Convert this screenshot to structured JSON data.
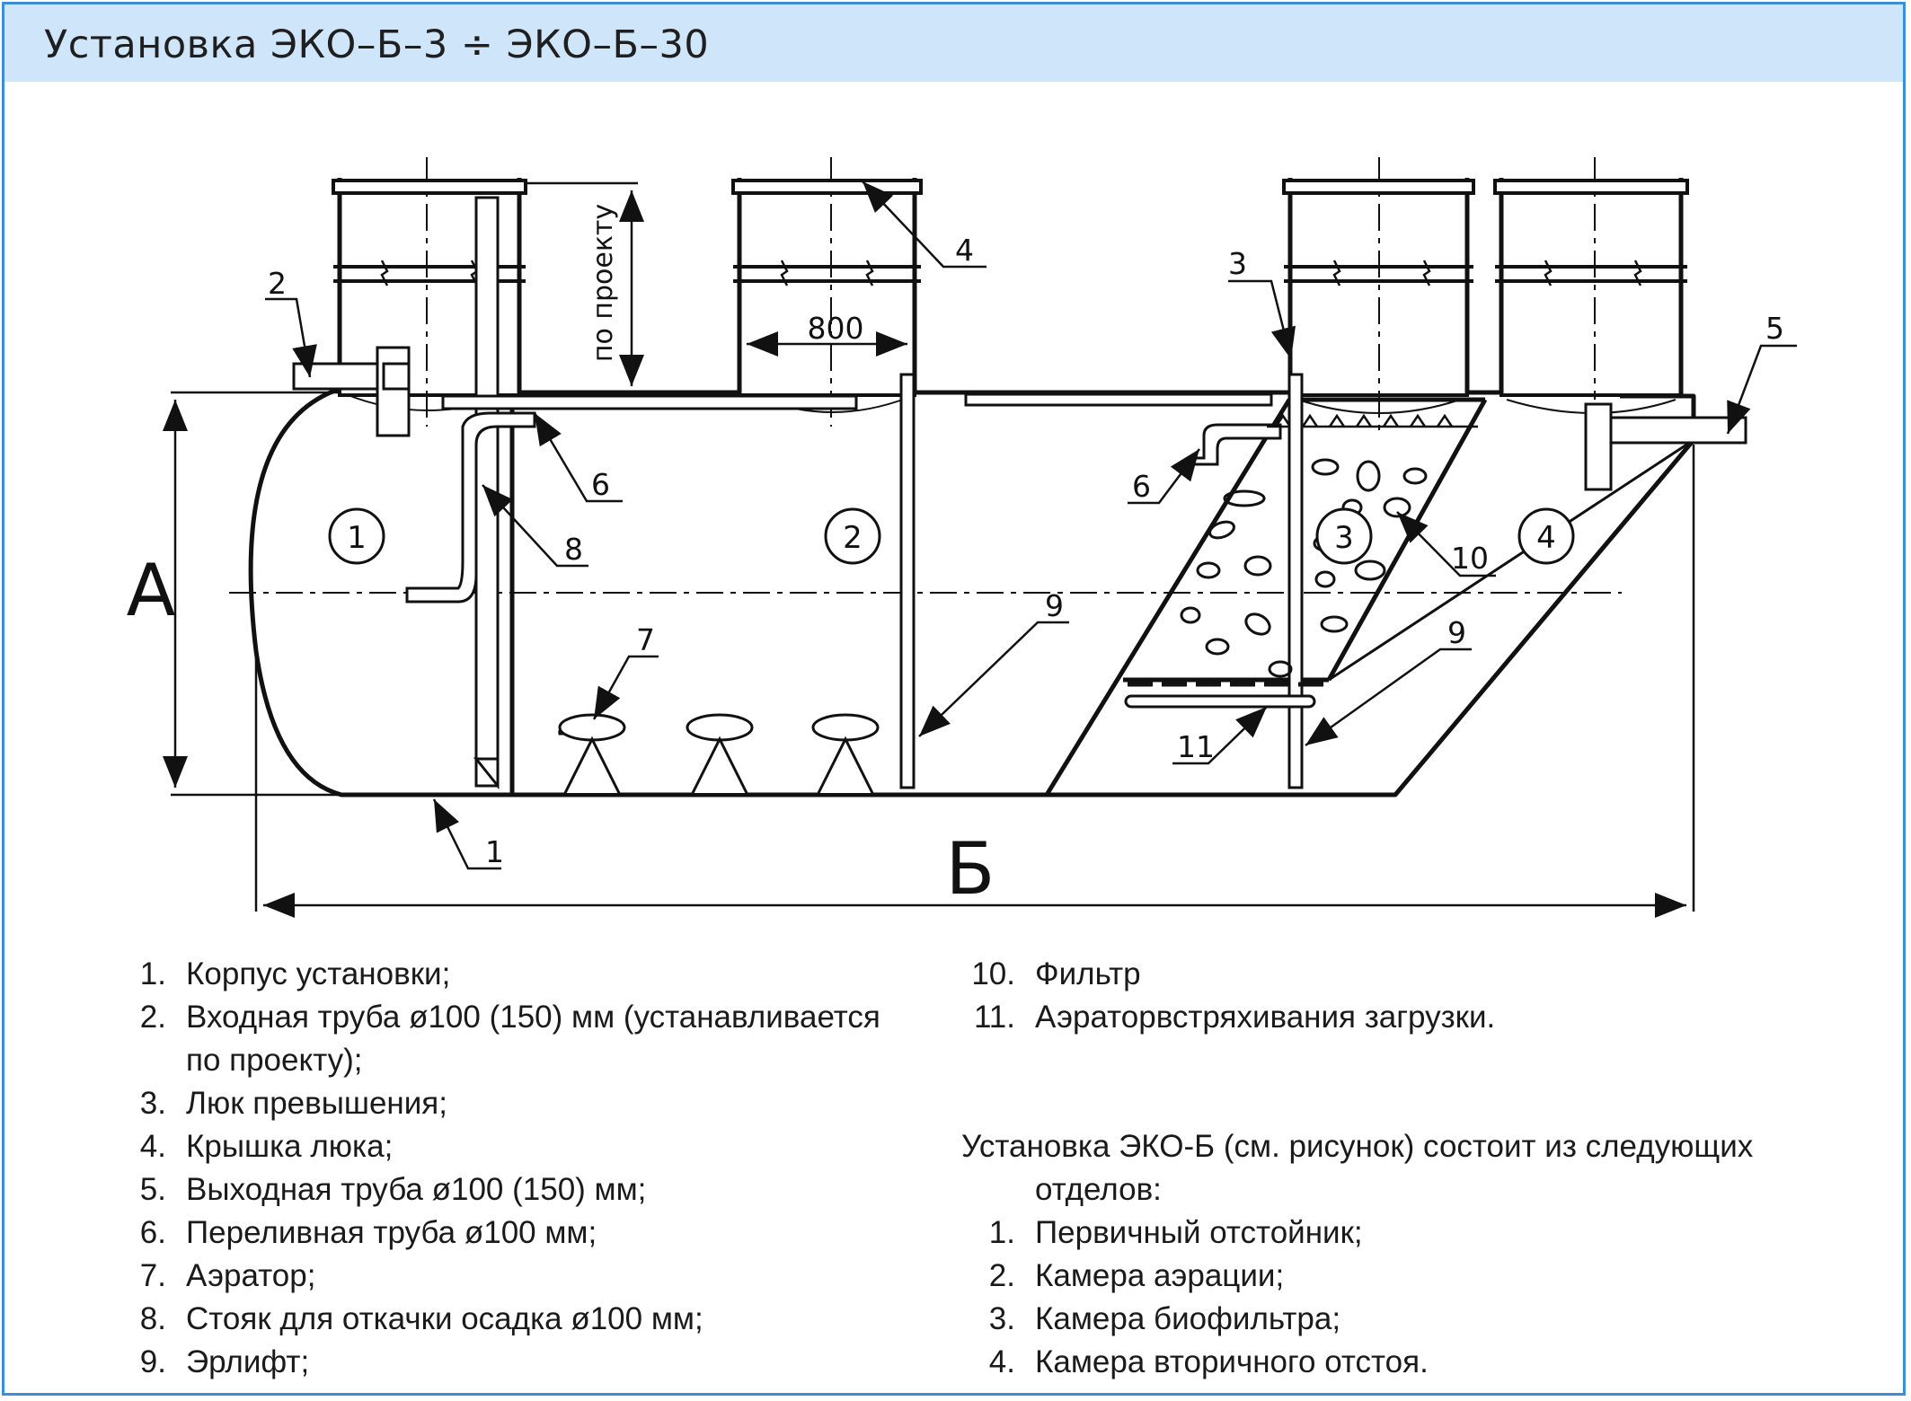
{
  "title": "Установка ЭКО–Б–3 ÷ ЭКО–Б–30",
  "diagram": {
    "callouts": {
      "c1": "1",
      "c2": "2",
      "c3": "3",
      "c4": "4",
      "c5": "5",
      "c6a": "6",
      "c6b": "6",
      "c7": "7",
      "c8": "8",
      "c9a": "9",
      "c9b": "9",
      "c10": "10",
      "c11": "11"
    },
    "chambers": [
      "1",
      "2",
      "3",
      "4"
    ],
    "dimensions": {
      "height_label": "А",
      "length_label": "Б",
      "neck_width": "800",
      "neck_height": "по проекту"
    }
  },
  "legend_left": [
    {
      "num": "1.",
      "text": "Корпус установки;"
    },
    {
      "num": "2.",
      "text": "Входная труба ø100 (150) мм (устанавливается по проекту);"
    },
    {
      "num": "3.",
      "text": "Люк превышения;"
    },
    {
      "num": "4.",
      "text": "Крышка люка;"
    },
    {
      "num": "5.",
      "text": "Выходная труба ø100 (150) мм;"
    },
    {
      "num": "6.",
      "text": "Переливная труба ø100 мм;"
    },
    {
      "num": "7.",
      "text": "Аэратор;"
    },
    {
      "num": "8.",
      "text": "Стояк для откачки осадка ø100 мм;"
    },
    {
      "num": "9.",
      "text": "Эрлифт;"
    }
  ],
  "legend_right": [
    {
      "num": "10.",
      "text": "Фильтр"
    },
    {
      "num": "11.",
      "text": "Аэраторвстряхивания загрузки."
    }
  ],
  "composition": {
    "intro": "Установка ЭКО-Б (см. рисунок) состоит из следующих отделов:",
    "items": [
      {
        "num": "1.",
        "text": "Первичный отстойник;"
      },
      {
        "num": "2.",
        "text": "Камера аэрации;"
      },
      {
        "num": "3.",
        "text": "Камера биофильтра;"
      },
      {
        "num": "4.",
        "text": "Камера вторичного отстоя."
      }
    ]
  }
}
